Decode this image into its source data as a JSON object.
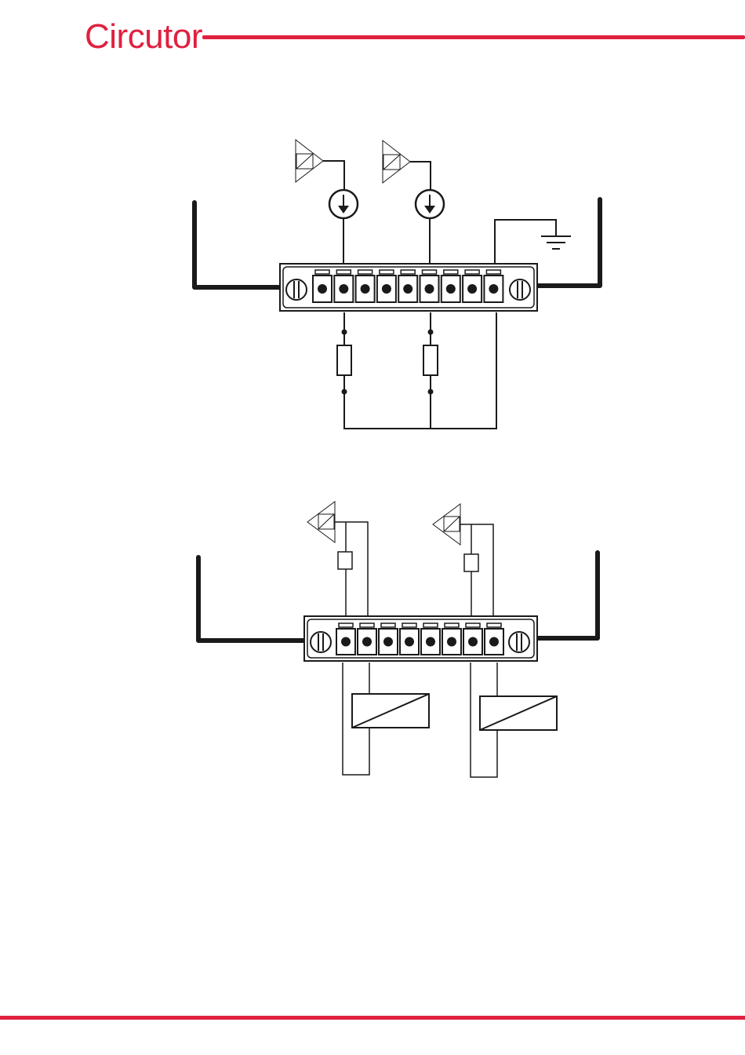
{
  "header": {
    "brand": "Circutor"
  },
  "colors": {
    "brand": "#e0203f",
    "line": "#1a1a1a"
  },
  "diagrams": [
    {
      "name": "analog-current-outputs-wiring",
      "icons": [
        "transmitter-icon",
        "current-source-icon",
        "ground-icon",
        "resistor-icon",
        "screw-icon"
      ],
      "terminals": 9
    },
    {
      "name": "relay-outputs-wiring",
      "icons": [
        "transmitter-icon",
        "fuse-icon",
        "relay-coil-icon",
        "screw-icon"
      ],
      "terminals": 8
    }
  ]
}
